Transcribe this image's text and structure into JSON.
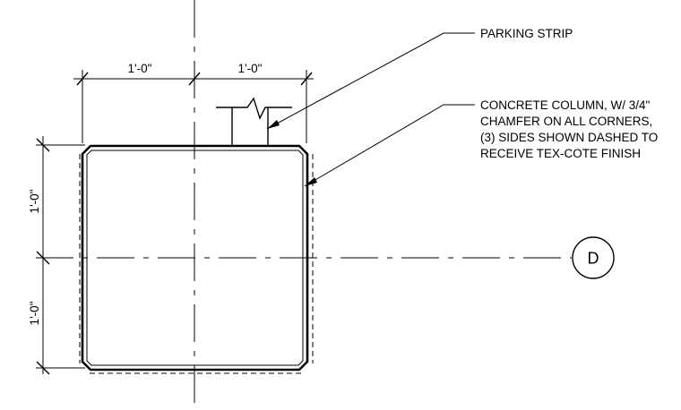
{
  "annotations": {
    "parking_strip": "PARKING STRIP",
    "column_note": [
      "CONCRETE COLUMN, W/ 3/4\"",
      "CHAMFER ON ALL CORNERS,",
      "(3) SIDES SHOWN DASHED TO",
      "RECEIVE TEX-COTE FINISH"
    ]
  },
  "dimensions": {
    "top_left": "1'-0\"",
    "top_right": "1'-0\"",
    "side_upper": "1'-0\"",
    "side_lower": "1'-0\""
  },
  "grid_bubble": {
    "label": "D"
  }
}
